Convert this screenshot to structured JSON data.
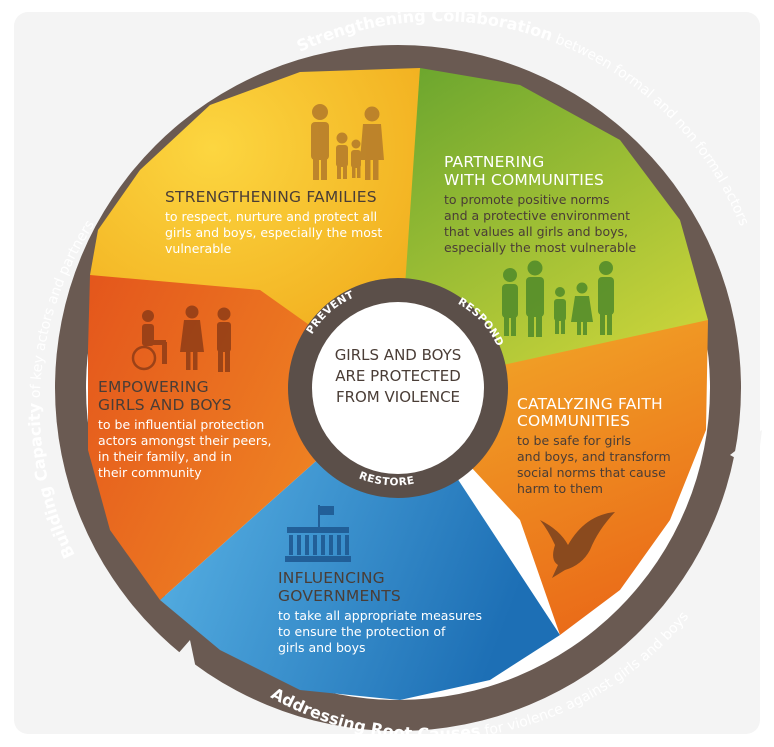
{
  "colors": {
    "outer_ring": "#6a5a52",
    "inner_ring": "#5b4f49",
    "families_bg": "#f3b81c",
    "communities_bg": "#8cbb2a",
    "faith_bg": "#f08a1c",
    "governments_bg": "#2f8fcf",
    "empowering_bg": "#e8641e",
    "dark_text": "#4a3d36",
    "icon_brown": "#8a5a2e"
  },
  "center": {
    "line1": "GIRLS AND BOYS",
    "line2": "ARE PROTECTED",
    "line3": "FROM VIOLENCE"
  },
  "inner_ring": {
    "prevent": "PREVENT",
    "respond": "RESPOND",
    "restore": "RESTORE"
  },
  "outer_ring": {
    "top_strong": "Strengthening Collaboration",
    "top_rest": " between formal and non formal actors",
    "left_strong": "Building Capacity",
    "left_rest": " of key actors and partners",
    "bottom_strong": "Addressing Root Causes",
    "bottom_rest": " for violence against girls and boys"
  },
  "segments": {
    "families": {
      "title": "STRENGTHENING FAMILIES",
      "d1": "to respect, nurture and protect all",
      "d2": "girls and boys, especially the most",
      "d3": "vulnerable",
      "icon": "family-icon"
    },
    "communities": {
      "t1": "PARTNERING",
      "t2": "WITH COMMUNITIES",
      "d1": "to promote positive norms",
      "d2": "and a protective environment",
      "d3": "that values all girls and boys,",
      "d4": "especially the most vulnerable",
      "icon": "community-group-icon"
    },
    "faith": {
      "t1": "CATALYZING FAITH",
      "t2": "COMMUNITIES",
      "d1": "to be safe for girls",
      "d2": "and boys, and transform",
      "d3": "social norms that cause",
      "d4": "harm to them",
      "icon": "dove-icon"
    },
    "governments": {
      "t1": "INFLUENCING",
      "t2": "GOVERNMENTS",
      "d1": "to take all appropriate measures",
      "d2": "to ensure the protection of",
      "d3": "girls and boys",
      "icon": "government-building-icon"
    },
    "empowering": {
      "t1": "EMPOWERING",
      "t2": "GIRLS AND BOYS",
      "d1": "to be influential protection",
      "d2": "actors amongst their peers,",
      "d3": "in their family, and in",
      "d4": "their community",
      "icon": "children-icon"
    }
  }
}
